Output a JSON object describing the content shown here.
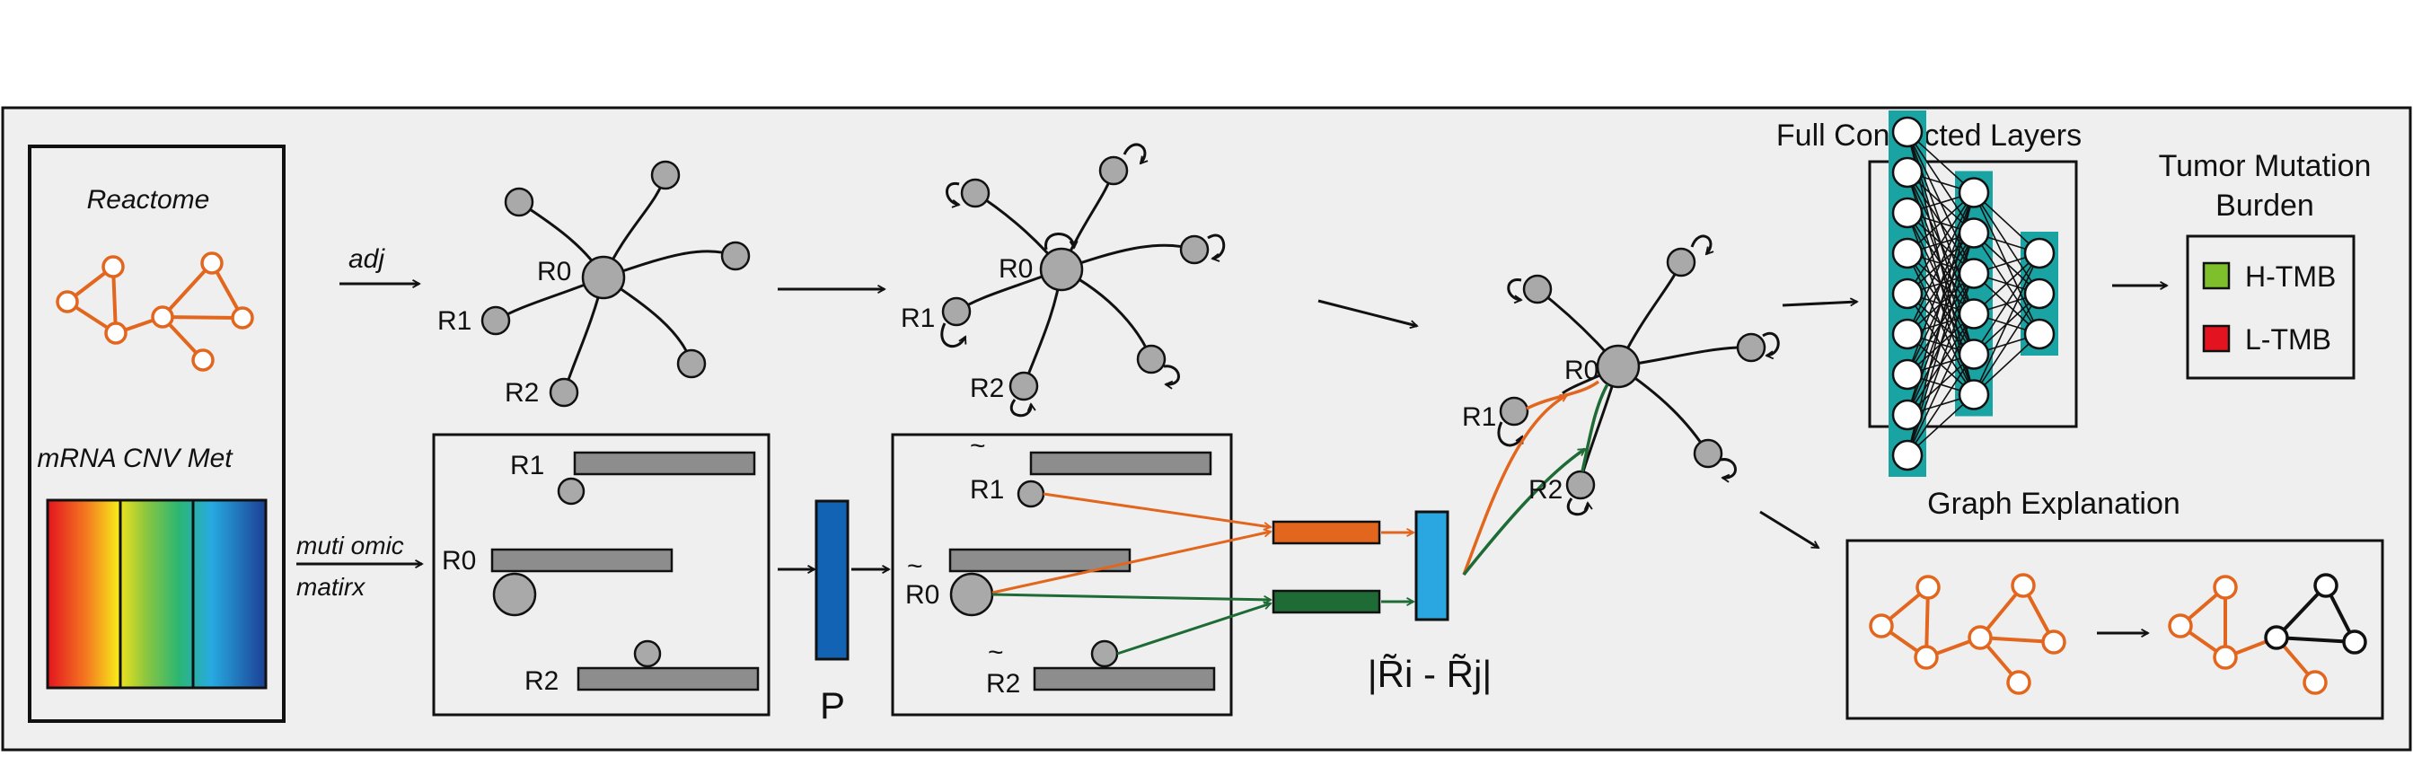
{
  "left_panel": {
    "reactome_label": "Reactome",
    "omics_label": "mRNA CNV Met"
  },
  "arrows": {
    "adj_label": "adj",
    "omic_label_line1": "muti omic",
    "omic_label_line2": "matirx"
  },
  "graph_labels": {
    "r0": "R0",
    "r1": "R1",
    "r2": "R2"
  },
  "projected_labels": {
    "r0": "R0",
    "r1": "R1",
    "r2": "R2",
    "tilde": "~"
  },
  "projection_label": "P",
  "distance_label": "|R̃i - R̃j|",
  "fc": {
    "title": "Full Connected Layers",
    "layer_sizes": [
      9,
      6,
      3
    ]
  },
  "output": {
    "title_line1": "Tumor Mutation",
    "title_line2": "Burden",
    "legend": [
      {
        "label": "H-TMB",
        "color": "#7fbf2b"
      },
      {
        "label": "L-TMB",
        "color": "#e3141f"
      }
    ]
  },
  "explanation": {
    "title": "Graph Explanation"
  },
  "colors": {
    "orange": "#e2661d",
    "green": "#1e6b35",
    "blue_dark": "#1363b4",
    "blue_light": "#2aa7e0",
    "teal": "#1aa3a3",
    "panel_bg": "#efefef"
  }
}
